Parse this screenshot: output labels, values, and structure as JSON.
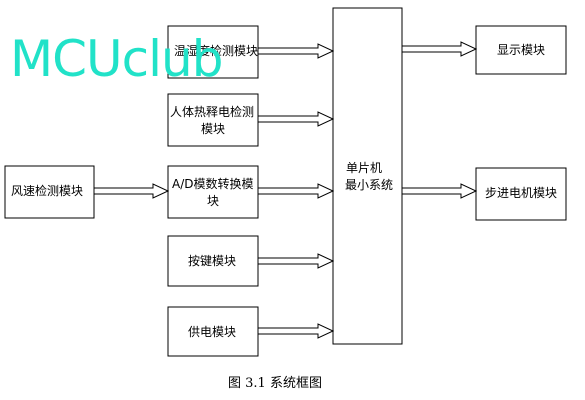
{
  "watermark": "MCUclub",
  "caption": "图 3.1  系统框图",
  "center": {
    "line1": "单片机",
    "line2": "最小系统"
  },
  "left_modules": {
    "temp_humidity": {
      "line1": "温湿度检测模块"
    },
    "pyro": {
      "line1": "人体热释电检测",
      "line2": "模块"
    },
    "adc": {
      "line1": "A/D模数转换模",
      "line2": "块"
    },
    "keys": {
      "line1": "按键模块"
    },
    "power": {
      "line1": "供电模块"
    }
  },
  "wind": {
    "line1": "风速检测模块"
  },
  "right_modules": {
    "display": {
      "line1": "显示模块"
    },
    "stepper": {
      "line1": "步进电机模块"
    }
  }
}
